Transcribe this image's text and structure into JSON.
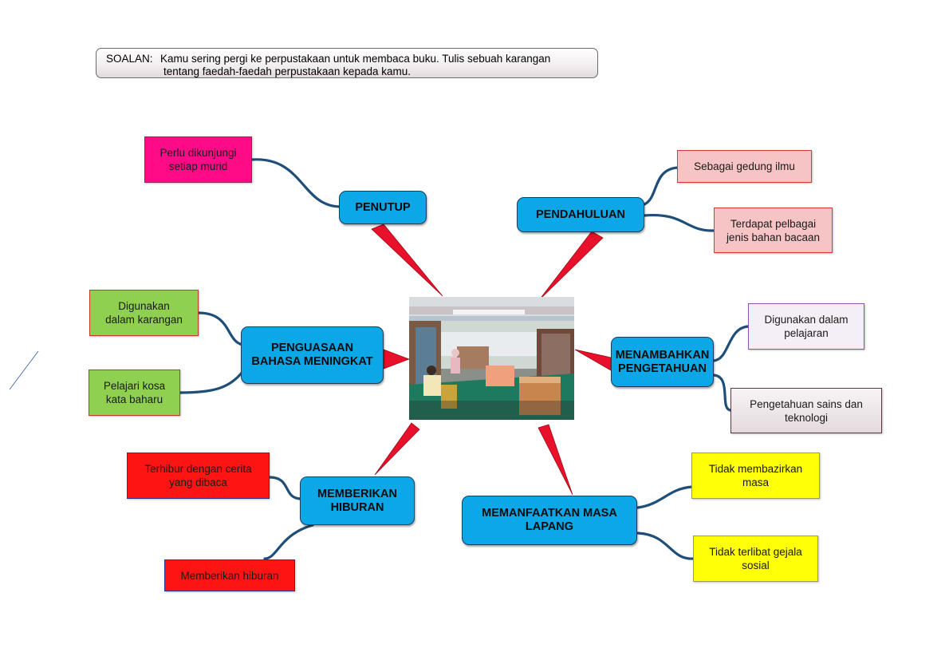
{
  "question": {
    "label": "SOALAN:",
    "line1": "Kamu  sering pergi ke perpustakaan untuk membaca buku.  Tulis sebuah karangan",
    "line2": "tentang faedah-faedah perpustakaan kepada kamu."
  },
  "nodes": {
    "penutup": "PENUTUP",
    "pendahuluan": "PENDAHULUAN",
    "penguasaan_1": "PENGUASAAN",
    "penguasaan_2": "BAHASA MENINGKAT",
    "menambahkan_1": "MENAMBAHKAN",
    "menambahkan_2": "PENGETAHUAN",
    "memberikan_1": "MEMBERIKAN",
    "memberikan_2": "HIBURAN",
    "memanfaatkan_1": "MEMANFAATKAN MASA",
    "memanfaatkan_2": "LAPANG"
  },
  "leaves": {
    "perlu_1": "Perlu dikunjungi",
    "perlu_2": "setiap murid",
    "sebagai": "Sebagai gedung ilmu",
    "terdapat_1": "Terdapat pelbagai",
    "terdapat_2": "jenis bahan bacaan",
    "digunakan_k_1": "Digunakan",
    "digunakan_k_2": "dalam karangan",
    "pelajari_1": "Pelajari kosa",
    "pelajari_2": "kata baharu",
    "digunakan_p_1": "Digunakan dalam",
    "digunakan_p_2": "pelajaran",
    "sains_1": "Pengetahuan  sains dan",
    "sains_2": "teknologi",
    "terhibur_1": "Terhibur dengan cerita",
    "terhibur_2": "yang dibaca",
    "hiburan": "Memberikan hiburan",
    "tidak_m_1": "Tidak membazirkan",
    "tidak_m_2": "masa",
    "tidak_t_1": "Tidak terlibat gejala",
    "tidak_t_2": "sosial"
  },
  "colors": {
    "main_node": "#0ba7e6",
    "arrow": "#e8102a",
    "connector": "#1f4e79",
    "magenta": "#ff0a87",
    "pink": "#f7c4c6",
    "green": "#8fd051",
    "lavender": "#f4eef6",
    "mauve": "#ebe3e5",
    "red": "#ff1414",
    "yellow": "#ffff08"
  }
}
